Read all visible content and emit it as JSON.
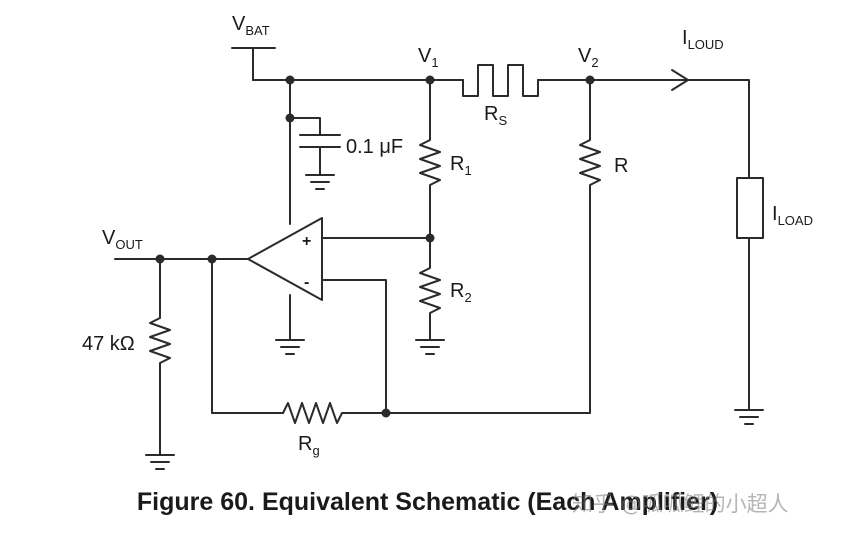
{
  "labels": {
    "vbat": {
      "main": "V",
      "sub": "BAT"
    },
    "v1": {
      "main": "V",
      "sub": "1"
    },
    "v2": {
      "main": "V",
      "sub": "2"
    },
    "iloud": {
      "main": "I",
      "sub": "LOUD"
    },
    "rs": {
      "main": "R",
      "sub": "S"
    },
    "cap": "0.1 μF",
    "r1": {
      "main": "R",
      "sub": "1"
    },
    "r": "R",
    "iload": {
      "main": "I",
      "sub": "LOAD"
    },
    "vout": {
      "main": "V",
      "sub": "OUT"
    },
    "plus": "+",
    "minus": "-",
    "r2": {
      "main": "R",
      "sub": "2"
    },
    "r47k": "47 kΩ",
    "rg": {
      "main": "R",
      "sub": "g"
    }
  },
  "caption": "Figure 60.  Equivalent Schematic (Each Amplifier)",
  "watermark": "知乎 @呱呱鲤的小超人"
}
